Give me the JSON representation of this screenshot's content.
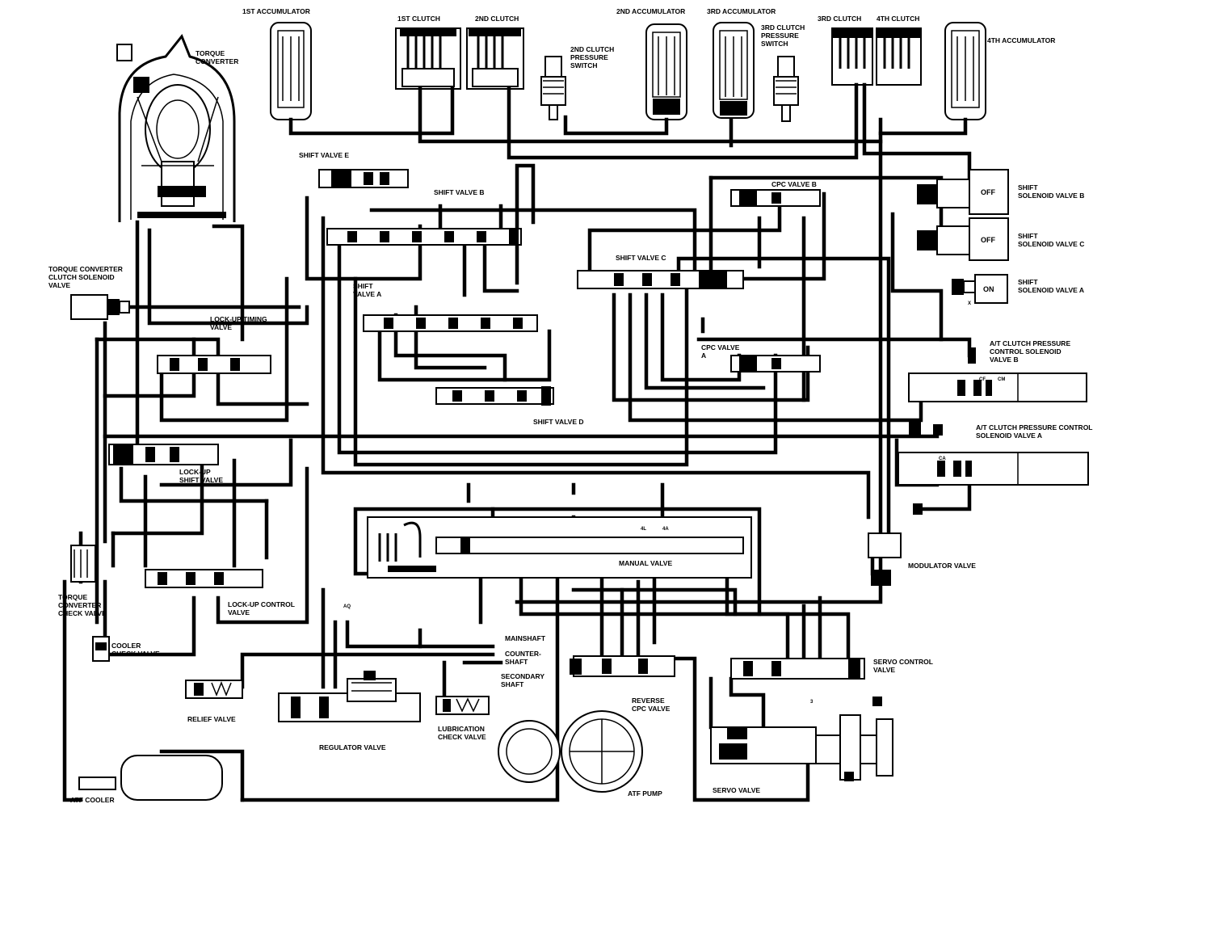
{
  "labels": {
    "torque_converter": [
      "TORQUE",
      "CONVERTER"
    ],
    "first_accumulator": "1ST ACCUMULATOR",
    "first_clutch": "1ST CLUTCH",
    "second_clutch": "2ND CLUTCH",
    "second_clutch_pressure_switch": [
      "2ND CLUTCH",
      "PRESSURE",
      "SWITCH"
    ],
    "second_accumulator": "2ND ACCUMULATOR",
    "third_accumulator": "3RD ACCUMULATOR",
    "third_clutch_pressure_switch": [
      "3RD CLUTCH",
      "PRESSURE",
      "SWITCH"
    ],
    "third_clutch": "3RD CLUTCH",
    "fourth_clutch": "4TH CLUTCH",
    "fourth_accumulator": "4TH ACCUMULATOR",
    "shift_valve_e": "SHIFT VALVE E",
    "shift_valve_b": "SHIFT VALVE B",
    "cpc_valve_b": "CPC VALVE B",
    "shift_solenoid_b": [
      "SHIFT",
      "SOLENOID VALVE B"
    ],
    "shift_solenoid_c": [
      "SHIFT",
      "SOLENOID VALVE C"
    ],
    "shift_solenoid_a": [
      "SHIFT",
      "SOLENOID VALVE A"
    ],
    "tcc_solenoid": [
      "TORQUE CONVERTER",
      "CLUTCH SOLENOID",
      "VALVE"
    ],
    "shift_valve_c": "SHIFT VALVE C",
    "shift_valve_a": [
      "SHIFT",
      "VALVE A"
    ],
    "lockup_timing_valve": [
      "LOCK-UP TIMING",
      "VALVE"
    ],
    "cpc_valve_a": [
      "CPC VALVE",
      "A"
    ],
    "at_clutch_pcs_b": [
      "A/T CLUTCH PRESSURE",
      "CONTROL SOLENOID",
      "VALVE B"
    ],
    "shift_valve_d": "SHIFT VALVE D",
    "at_clutch_pcs_a": [
      "A/T CLUTCH PRESSURE CONTROL",
      "SOLENOID VALVE A"
    ],
    "lockup_shift_valve": [
      "LOCK-UP",
      "SHIFT VALVE"
    ],
    "manual_valve": "MANUAL VALVE",
    "modulator_valve": "MODULATOR VALVE",
    "tc_check_valve": [
      "TORQUE",
      "CONVERTER",
      "CHECK VALVE"
    ],
    "lockup_control_valve": [
      "LOCK-UP CONTROL",
      "VALVE"
    ],
    "cooler_check_valve": [
      "COOLER",
      "CHECK VALVE"
    ],
    "mainshaft": "MAINSHAFT",
    "countershaft": [
      "COUNTER-",
      "SHAFT"
    ],
    "secondary_shaft": [
      "SECONDARY",
      "SHAFT"
    ],
    "servo_control_valve": [
      "SERVO CONTROL",
      "VALVE"
    ],
    "relief_valve": "RELIEF VALVE",
    "lubrication_check_valve": [
      "LUBRICATION",
      "CHECK VALVE"
    ],
    "reverse_cpc_valve": [
      "REVERSE",
      "CPC VALVE"
    ],
    "regulator_valve": "REGULATOR VALVE",
    "atf_cooler": "ATF COOLER",
    "atf_pump": "ATF PUMP",
    "servo_valve": "SERVO VALVE"
  },
  "solenoid_states": {
    "shift_b": "OFF",
    "shift_c": "OFF",
    "shift_a": "ON"
  },
  "port_marks": {
    "p_cf": "CF",
    "p_cm": "CM",
    "p_ca": "CA",
    "p_x": "X",
    "p_aq": "AQ",
    "p_4l": "4L",
    "p_4a": "4A",
    "p_3": "3"
  }
}
